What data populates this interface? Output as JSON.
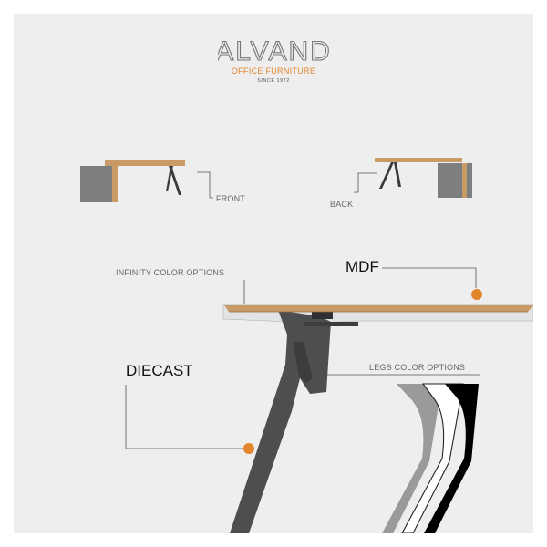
{
  "brand": {
    "logo_text": "ALVAND",
    "tagline": "OFFICE FURNITURE",
    "since": "SINCE 1972"
  },
  "views": {
    "front_label": "FRONT",
    "back_label": "BACK"
  },
  "callouts": {
    "infinity": "INFINITY COLOR OPTIONS",
    "mdf": "MDF",
    "diecast": "DIECAST",
    "legs": "LEGS COLOR OPTIONS"
  },
  "colors": {
    "accent": "#e2862d",
    "background": "#eeeeee",
    "wood": "#c89a65",
    "frame": "#4d4e50",
    "cabinet": "#7d7e80",
    "leg_options": [
      "#9a9a9a",
      "#ffffff",
      "#000000"
    ]
  }
}
